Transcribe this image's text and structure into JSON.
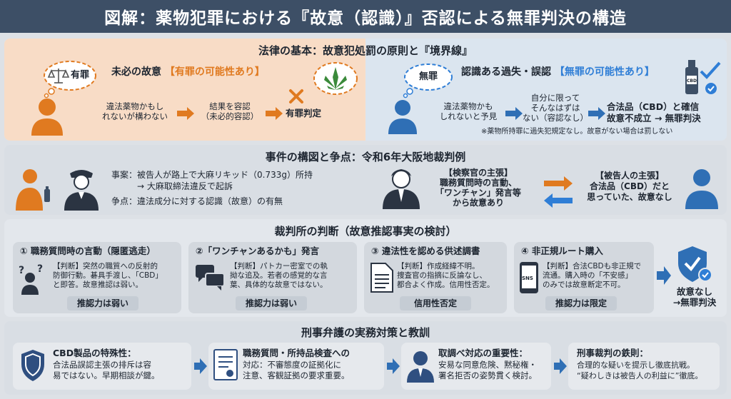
{
  "title": "図解：薬物犯罪における『故意（認識）』否認による無罪判決の構造",
  "section1": {
    "title": "法律の基本：故意犯処罰の原則と『境界線』",
    "left": {
      "heading": "未必の故意",
      "heading_tag": "【有罪の可能性あり】",
      "bubble": "有罪",
      "step1": [
        "違法薬物かもし",
        "れないが構わない"
      ],
      "step2": [
        "結果を容認",
        "（未必的容認）"
      ],
      "result": "有罪判定"
    },
    "right": {
      "heading": "認識ある過失・誤認",
      "heading_tag": "【無罪の可能性あり】",
      "bubble": "無罪",
      "bottle_label": "CBD",
      "step1": [
        "違法薬物かも",
        "しれないと予見"
      ],
      "step2": [
        "自分に限って",
        "そんなはずは",
        "ない（容認なし）"
      ],
      "result": [
        "合法品（CBD）と確信",
        "故意不成立 → 無罪判決"
      ],
      "note": "※薬物所持罪に過失犯規定なし。故意がない場合は罰しない"
    },
    "colors": {
      "left_bg": "#f8dcc6",
      "right_bg": "#dbe5ef",
      "accent_orange": "#e07a20",
      "accent_blue": "#2f7ed6"
    }
  },
  "section2": {
    "title": "事件の構図と争点：令和6年大阪地裁判例",
    "case": [
      "事案：被告人が路上で大麻リキッド（0.733g）所持",
      "→ 大麻取締法違反で起訴"
    ],
    "issue": "争点：違法成分に対する認識（故意）の有無",
    "prosecutor": [
      "【検察官の主張】",
      "職務質問時の言動、",
      "「ワンチャン」発言等",
      "から故意あり"
    ],
    "defendant": [
      "【被告人の主張】",
      "合法品（CBD）だと",
      "思っていた、故意なし"
    ]
  },
  "section3": {
    "title": "裁判所の判断（故意推認事実の検討）",
    "cards": [
      {
        "head": "① 職務質問時の言動（隠匿逃走）",
        "body": [
          "【判断】突然の職質への反射的",
          "防御行動。碁具手渡し、「CBD」",
          "と即答。故意推認は弱い。"
        ],
        "tag": "推認力は弱い"
      },
      {
        "head": "②「ワンチャンあるかも」発言",
        "body": [
          "【判断】パトカー密室での執",
          "拗な追及。若者の感覚的な言",
          "葉、具体的な故意ではない。"
        ],
        "tag": "推認力は弱い"
      },
      {
        "head": "③ 違法性を認める供述調書",
        "body": [
          "【判断】作成経緯不明。",
          "捜査官の指摘に反論なし、",
          "都合よく作成。信用性否定。"
        ],
        "tag": "信用性否定"
      },
      {
        "head": "④ 非正規ルート購入",
        "body": [
          "【判断】合法CBDも非正規で",
          "流通。購入時の「不安感」",
          "のみでは故意断定不可。"
        ],
        "tag": "推認力は限定",
        "icon_label": "SNS"
      }
    ],
    "conclusion": [
      "故意なし",
      "→無罪判決"
    ]
  },
  "section4": {
    "title": "刑事弁護の実務対策と教訓",
    "items": [
      {
        "head": "CBD製品の特殊性：",
        "body": [
          "合法品誤認主張の排斥は容",
          "易ではない。早期相談が鍵。"
        ]
      },
      {
        "head": "職務質問・所持品検査への",
        "body": [
          "対応：不審態度の証拠化に",
          "注意、客観証拠の要求重要。"
        ]
      },
      {
        "head": "取調べ対応の重要性：",
        "body": [
          "安易な同意危険、黙秘権・",
          "署名拒否の姿勢貫く検討。"
        ]
      },
      {
        "head": "刑事裁判の鉄則：",
        "body": [
          "合理的な疑いを提示し徹底抗戦。",
          "“疑わしきは被告人の利益に”徹底。"
        ]
      }
    ]
  }
}
